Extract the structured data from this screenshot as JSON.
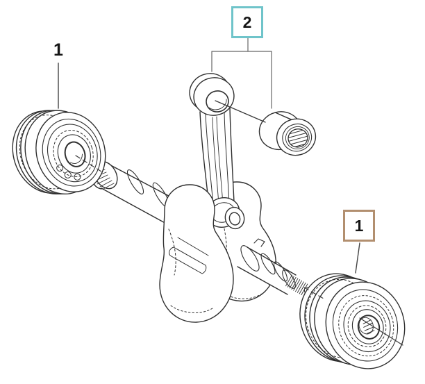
{
  "figure": {
    "background_color": "#ffffff",
    "line_color": "#2f2f2f",
    "callouts": [
      {
        "label": "1",
        "style": "plain",
        "box_color": null,
        "position": "top-left"
      },
      {
        "label": "2",
        "style": "boxed",
        "box_color": "#6fc4ca",
        "position": "top-center"
      },
      {
        "label": "1",
        "style": "boxed",
        "box_color": "#b28f6f",
        "position": "middle-right"
      }
    ]
  }
}
